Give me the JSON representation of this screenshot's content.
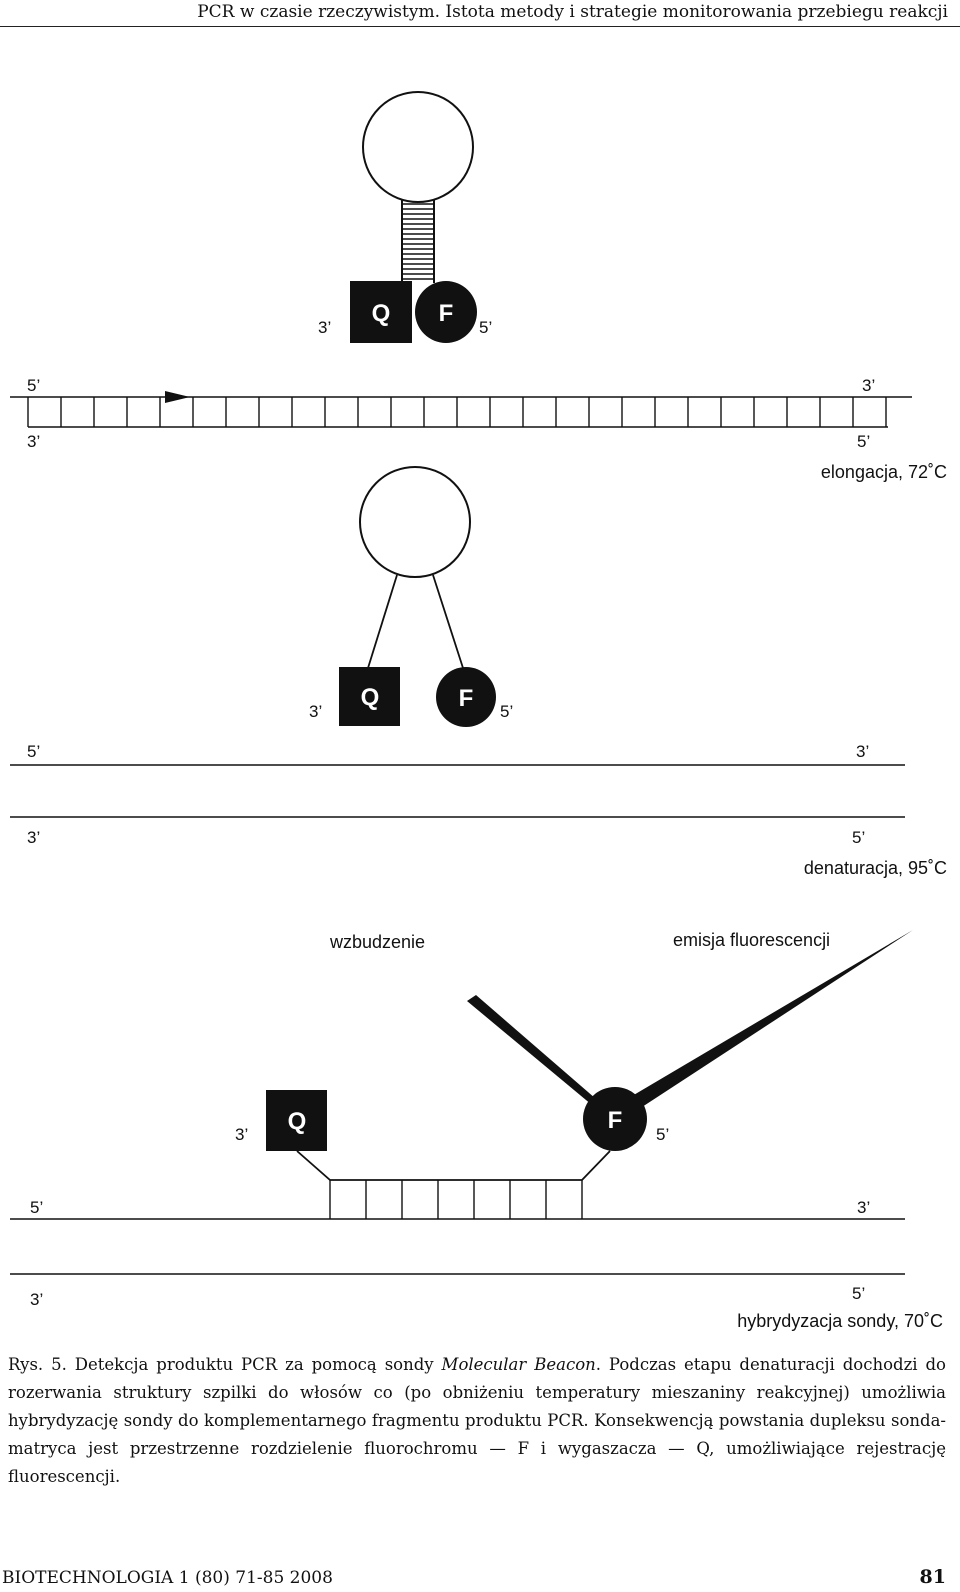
{
  "header": {
    "running_title": "PCR w czasie rzeczywistym. Istota metody i strategie monitorowania przebiegu reakcji"
  },
  "figure": {
    "probe": {
      "quencher": "Q",
      "fluorophore": "F"
    },
    "end_labels": {
      "three": "3’",
      "five": "5’"
    },
    "panels": [
      {
        "stage_label": "elongacja, 72˚C"
      },
      {
        "stage_label": "denaturacja, 95˚C"
      },
      {
        "stage_label": "hybrydyzacja sondy, 70˚C",
        "excitation_label": "wzbudzenie",
        "emission_label": "emisja fluorescencji"
      }
    ]
  },
  "caption": {
    "label": "Rys. 5.",
    "text_before_italic": "Detekcja produktu PCR za pomocą sondy",
    "italic_term": "Molecular Beacon",
    "text_after_italic": ". Podczas etapu denaturacji dochodzi do rozerwania struktury szpilki do włosów co (po obniżeniu temperatury mieszaniny reakcyjnej) umożliwia hybrydyzację sondy do komplementarnego fragmentu produktu PCR. Konsekwencją powstania dupleksu sonda-matryca jest przestrzenne rozdzielenie fluorochromu — F i wygaszacza — Q, umożliwiające rejestrację fluorescencji."
  },
  "footer": {
    "journal": "BIOTECHNOLOGIA 1 (80) 71-85 2008",
    "page_number": "81"
  },
  "colors": {
    "ink": "#111111",
    "paper": "#ffffff"
  }
}
